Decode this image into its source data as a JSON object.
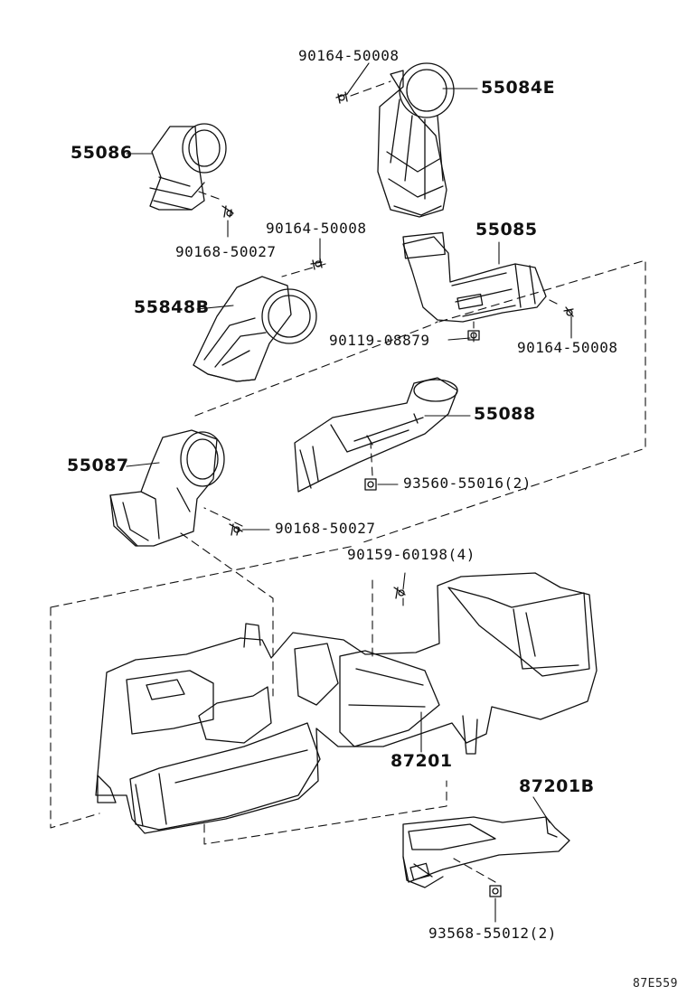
{
  "diagram_id": "87E559",
  "labels": {
    "p55084e": "55084E",
    "p55086": "55086",
    "p55848b": "55848B",
    "p55085": "55085",
    "p55088": "55088",
    "p55087": "55087",
    "p87201": "87201",
    "p87201b": "87201B",
    "b90164_top": "90164-50008",
    "b90168_a": "90168-50027",
    "b90164_mid": "90164-50008",
    "b90164_right": "90164-50008",
    "b90119": "90119-08879",
    "b93560": "93560-55016(2)",
    "b90168_b": "90168-50027",
    "b90159": "90159-60198(4)",
    "b93568": "93568-55012(2)"
  }
}
